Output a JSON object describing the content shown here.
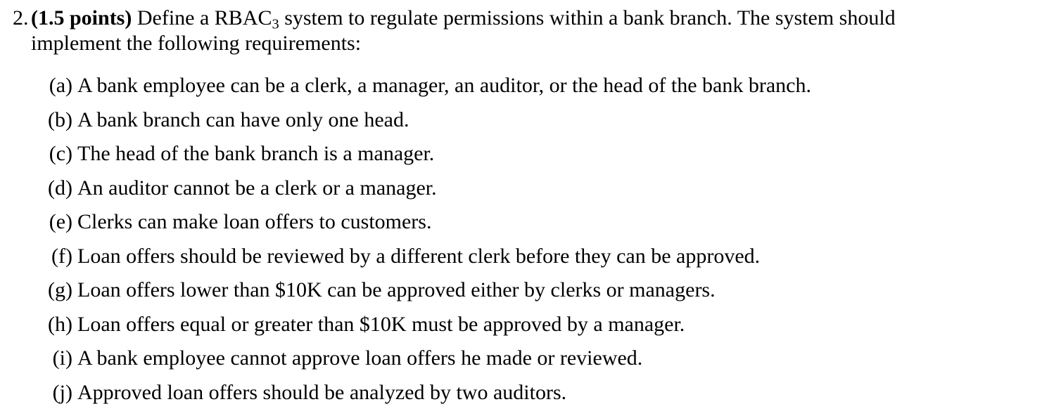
{
  "page": {
    "background_color": "#ffffff",
    "text_color": "#000000"
  },
  "question": {
    "number": "2.",
    "points_label": "(1.5 points)",
    "intro_line1": {
      "before_subscript": "Define a RBAC",
      "subscript": "3",
      "after_subscript": " system to regulate permissions within a bank branch. The system should"
    },
    "intro_line2": "implement the following requirements:",
    "items": [
      {
        "label": "(a)",
        "text": "A bank employee can be a clerk, a manager, an auditor, or the head of the bank branch."
      },
      {
        "label": "(b)",
        "text": "A bank branch can have only one head."
      },
      {
        "label": "(c)",
        "text": "The head of the bank branch is a manager."
      },
      {
        "label": "(d)",
        "text": "An auditor cannot be a clerk or a manager."
      },
      {
        "label": "(e)",
        "text": "Clerks can make loan offers to customers."
      },
      {
        "label": "(f)",
        "text": "Loan offers should be reviewed by a different clerk before they can be approved."
      },
      {
        "label": "(g)",
        "text": "Loan offers lower than $10K can be approved either by clerks or managers."
      },
      {
        "label": "(h)",
        "text": "Loan offers equal or greater than $10K must be approved by a manager."
      },
      {
        "label": "(i)",
        "text": "A bank employee cannot approve loan offers he made or reviewed."
      },
      {
        "label": "(j)",
        "text": "Approved loan offers should be analyzed by two auditors."
      }
    ]
  }
}
